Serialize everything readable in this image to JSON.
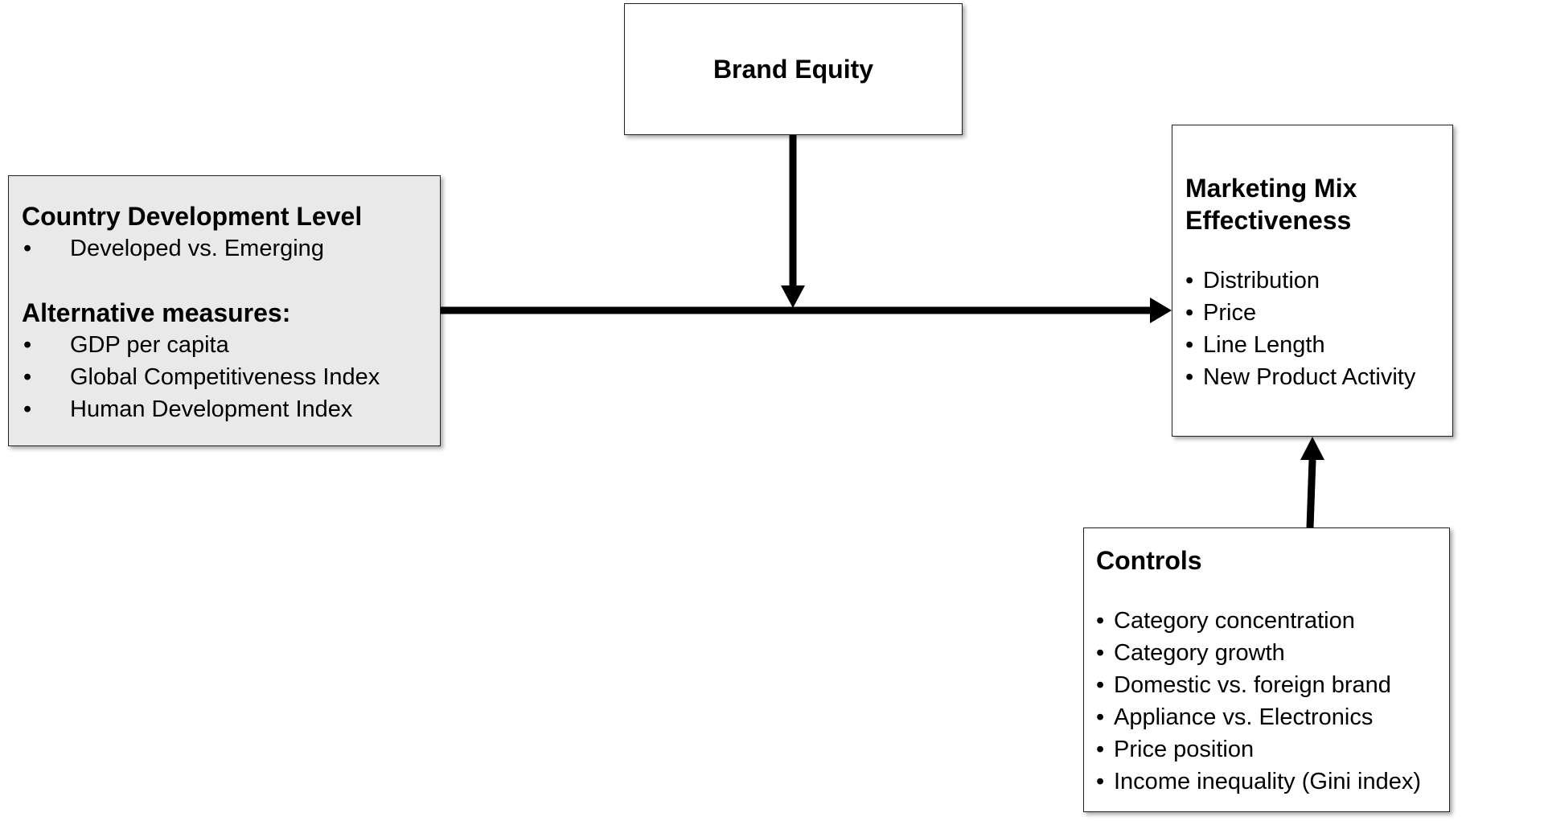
{
  "brand_equity": {
    "title": "Brand Equity"
  },
  "country": {
    "title": "Country Development Level",
    "items": [
      "Developed vs. Emerging"
    ],
    "alt_title": "Alternative measures:",
    "alt_items": [
      "GDP per capita",
      "Global Competitiveness Index",
      "Human Development Index"
    ]
  },
  "marketing_mix": {
    "title_line1": "Marketing Mix",
    "title_line2": "Effectiveness",
    "items": [
      "Distribution",
      "Price",
      "Line Length",
      "New Product Activity"
    ]
  },
  "controls": {
    "title": "Controls",
    "items": [
      "Category concentration",
      "Category growth",
      "Domestic vs. foreign brand",
      "Appliance vs. Electronics",
      "Price position",
      "Income inequality (Gini index)"
    ]
  },
  "bullet": "•",
  "colors": {
    "country_box_fill": "#e9e9e9",
    "arrow": "#000000"
  }
}
